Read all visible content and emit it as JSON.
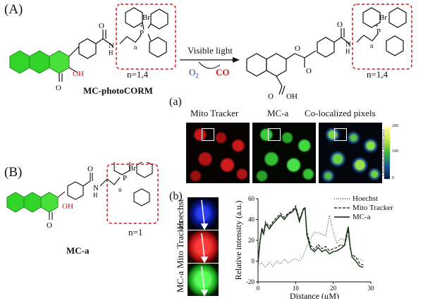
{
  "panel_A": {
    "letter": "(A)",
    "reactant_name": "MC-photoCORM",
    "n_left": "n=1,4",
    "n_right": "n=1,4",
    "arrow_label": "Visible light",
    "reagent_o2": "O",
    "reagent_o2_sub": "2",
    "product_co": "CO",
    "atom_labels": {
      "oh": "OH",
      "o": "O",
      "n": "N",
      "h": "H",
      "p": "P",
      "br": "Br",
      "plus": "+",
      "minus": "−",
      "n_idx": "n"
    }
  },
  "panel_B": {
    "letter": "(B)",
    "compound_name": "MC-a",
    "n_value": "n=1"
  },
  "panel_a": {
    "letter": "(a)",
    "col_labels": [
      "Mito Tracker",
      "MC-a",
      "Co-localized pixels"
    ],
    "colorbar_ticks": [
      "200",
      "100",
      "0"
    ],
    "colorbar_label": "Colocalized pixel intensity (a.u.)"
  },
  "panel_b": {
    "letter": "(b)",
    "row_labels": [
      "Hoechst",
      "Mito Tracker",
      "MC-a"
    ],
    "legend": [
      "Hoechst",
      "Mito Tracker",
      "MC-a"
    ]
  },
  "colors": {
    "red_box": "#d41616",
    "green_ring": "#33cc22",
    "mito_red": "#e02020",
    "hoechst_blue": "#1a2fd0"
  },
  "chart_data": {
    "type": "line",
    "xlabel": "Distance (μM)",
    "ylabel": "Relative intensity (a.u.)",
    "xlim": [
      0,
      30
    ],
    "ylim": [
      -20,
      60
    ],
    "xticks": [
      "0",
      "10",
      "20",
      "30"
    ],
    "yticks": [
      "-20",
      "0",
      "20",
      "40",
      "60"
    ],
    "legend_position": "top-right",
    "series": [
      {
        "name": "Hoechst",
        "style": "dotted",
        "x": [
          0,
          1,
          2,
          3,
          4,
          5,
          6,
          7,
          8,
          9,
          10,
          11,
          12,
          13,
          14,
          15,
          16,
          17,
          18,
          19,
          20,
          21,
          22,
          23,
          24,
          25,
          26,
          27,
          28
        ],
        "y": [
          -4,
          -2,
          -6,
          -1,
          -5,
          0,
          -3,
          2,
          -2,
          1,
          2,
          0,
          5,
          14,
          22,
          28,
          27,
          26,
          24,
          44,
          28,
          17,
          22,
          20,
          23,
          6,
          3,
          2,
          0
        ]
      },
      {
        "name": "Mito Tracker",
        "style": "dashed",
        "x": [
          0,
          0.5,
          1,
          1.5,
          2,
          3,
          4,
          5,
          6,
          7,
          8,
          9,
          10,
          10.5,
          11,
          12,
          12.5,
          13,
          14,
          15,
          16,
          17,
          18,
          19,
          20,
          21,
          22,
          23,
          23.5,
          24,
          24.5,
          25,
          26,
          27,
          28
        ],
        "y": [
          0,
          20,
          32,
          28,
          38,
          33,
          38,
          42,
          46,
          42,
          46,
          48,
          53,
          47,
          40,
          50,
          52,
          28,
          15,
          11,
          16,
          12,
          14,
          10,
          12,
          13,
          16,
          14,
          22,
          30,
          12,
          6,
          4,
          -2,
          -4
        ]
      },
      {
        "name": "MC-a",
        "style": "solid",
        "x": [
          0,
          0.5,
          1,
          1.5,
          2,
          3,
          4,
          5,
          6,
          7,
          8,
          9,
          10,
          10.5,
          11,
          12,
          12.5,
          13,
          14,
          15,
          16,
          17,
          18,
          19,
          20,
          21,
          22,
          23,
          23.5,
          24,
          24.5,
          25,
          26,
          27,
          28
        ],
        "y": [
          -2,
          18,
          30,
          26,
          36,
          31,
          36,
          40,
          44,
          40,
          45,
          47,
          51,
          45,
          38,
          49,
          51,
          25,
          12,
          9,
          13,
          9,
          11,
          7,
          9,
          10,
          12,
          15,
          25,
          33,
          14,
          4,
          0,
          -5,
          -6
        ]
      }
    ]
  }
}
